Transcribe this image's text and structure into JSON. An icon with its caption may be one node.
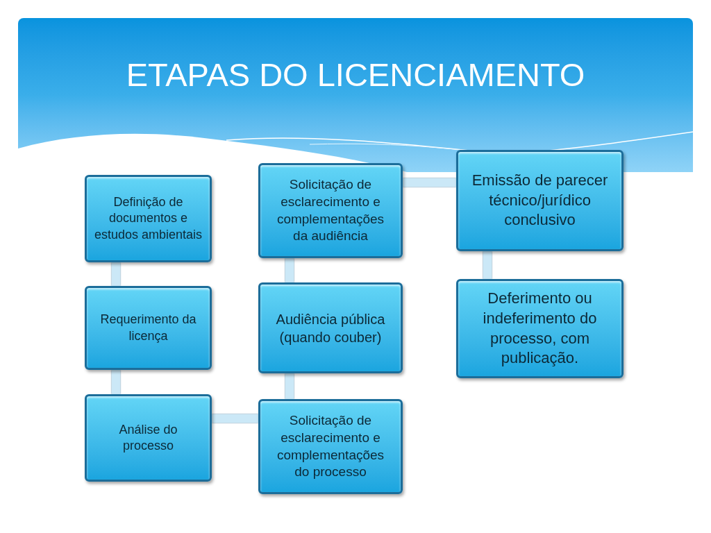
{
  "diagram": {
    "title": "ETAPAS DO LICENCIAMENTO",
    "nodes": [
      {
        "text": [
          "Definição de documentos e estudos ambientais"
        ]
      },
      {
        "text": [
          "Requerimento da licença"
        ]
      },
      {
        "text": [
          "Análise do processo"
        ]
      },
      {
        "text": [
          "Solicitação de esclarecimento e complementações da audiência"
        ]
      },
      {
        "text": [
          "Audiência pública (quando couber)"
        ]
      },
      {
        "text": [
          "Solicitação de esclarecimento e complementações do processo"
        ]
      },
      {
        "text": [
          "Emissão de parecer técnico/jurídico conclusivo"
        ]
      },
      {
        "text": [
          "Deferimento ou indeferimento do processo, com publicação."
        ]
      }
    ],
    "edges": [
      {
        "from": 0,
        "to": 1,
        "arrow": "none"
      },
      {
        "from": 1,
        "to": 2,
        "arrow": "none"
      },
      {
        "from": 2,
        "to": 5,
        "arrow": "none"
      },
      {
        "from": 5,
        "to": 4,
        "arrow": "none"
      },
      {
        "from": 4,
        "to": 3,
        "arrow": "none"
      },
      {
        "from": 3,
        "to": 6,
        "arrow": "none"
      },
      {
        "from": 6,
        "to": 7,
        "arrow": "none"
      }
    ]
  }
}
